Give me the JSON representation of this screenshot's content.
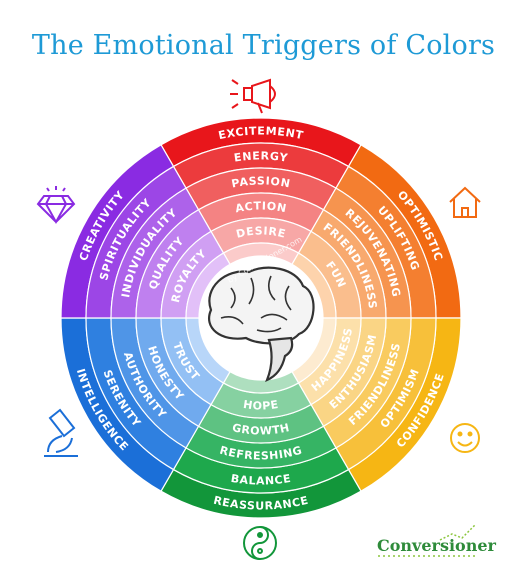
{
  "title": "The Emotional Triggers of Colors",
  "watermark": "by Conversioner.com",
  "brand": "Conversioner",
  "segments": [
    {
      "name": "red",
      "color": "#e8161b",
      "shades": [
        "#e8161b",
        "#ec3b3d",
        "#f05f5f",
        "#f48383",
        "#f7a7a6",
        "#fbcbca"
      ],
      "words": [
        "EXCITEMENT",
        "ENERGY",
        "PASSION",
        "ACTION",
        "DESIRE"
      ],
      "icon": "megaphone-icon"
    },
    {
      "name": "orange",
      "color": "#f26a12",
      "shades": [
        "#f26a12",
        "#f47f30",
        "#f6944f",
        "#f8a96e",
        "#fabe8d",
        "#fdd3ac"
      ],
      "words": [
        "OPTIMISTIC",
        "UPLIFTING",
        "REJUVENATING",
        "FRIENDLINESS",
        "FUN"
      ],
      "icon": "house-icon"
    },
    {
      "name": "yellow",
      "color": "#f6b614",
      "shades": [
        "#f6b614",
        "#f7c03a",
        "#f9cb5f",
        "#fad585",
        "#fce0aa",
        "#fdebd0"
      ],
      "words": [
        "CONFIDENCE",
        "OPTIMISM",
        "FRIENDLINESS",
        "ENTHUSIASM",
        "HAPPINESS"
      ],
      "icon": "smiley-icon"
    },
    {
      "name": "green",
      "color": "#12963a",
      "shades": [
        "#12963a",
        "#1ea84c",
        "#36b464",
        "#5ec282",
        "#86d1a1",
        "#aedfbf"
      ],
      "words": [
        "REASSURANCE",
        "BALANCE",
        "REFRESHING",
        "GROWTH",
        "HOPE"
      ],
      "icon": "yin-yang-icon"
    },
    {
      "name": "blue",
      "color": "#1b6fd8",
      "shades": [
        "#1b6fd8",
        "#2f80e0",
        "#4f95e7",
        "#70aaee",
        "#93c0f4",
        "#b8d6f9"
      ],
      "words": [
        "INTELLIGENCE",
        "SERENITY",
        "AUTHORITY",
        "HONESTY",
        "TRUST"
      ],
      "icon": "microscope-icon"
    },
    {
      "name": "purple",
      "color": "#8a2be2",
      "shades": [
        "#8a2be2",
        "#9c46e6",
        "#ad62ea",
        "#bf80ef",
        "#d09ff3",
        "#e2c0f8"
      ],
      "words": [
        "CREATIVITY",
        "SPIRITUALITY",
        "INDIVIDUALITY",
        "QUALITY",
        "ROYALTY"
      ],
      "icon": "diamond-icon"
    }
  ]
}
